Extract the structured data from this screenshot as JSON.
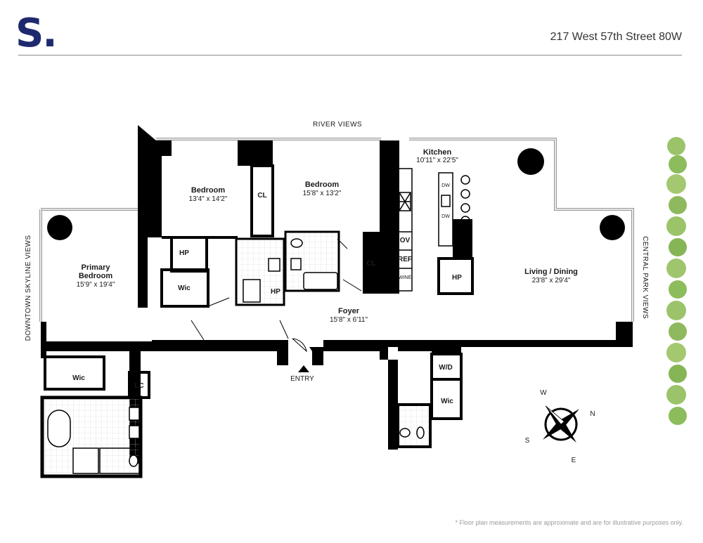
{
  "header": {
    "logo": "S.",
    "address": "217 West 57th Street 80W"
  },
  "rooms": {
    "kitchen": {
      "name": "Kitchen",
      "dims": "10'11\" x 22'5\""
    },
    "bedroom_a": {
      "name": "Bedroom",
      "dims": "13'4\" x 14'2\""
    },
    "bedroom_b": {
      "name": "Bedroom",
      "dims": "15'8\" x 13'2\""
    },
    "primary": {
      "name_line1": "Primary",
      "name_line2": "Bedroom",
      "dims": "15'9\" x 19'4\""
    },
    "living": {
      "name": "Living / Dining",
      "dims": "23'8\" x 29'4\""
    },
    "foyer": {
      "name": "Foyer",
      "dims": "15'8\" x 6'11\""
    }
  },
  "fixtures": {
    "cl": "CL",
    "hp": "HP",
    "wic": "Wic",
    "lc": "LC",
    "wd": "W/D",
    "ov": "OV",
    "ref": "REF",
    "wine": "WINE",
    "dw": "DW"
  },
  "views": {
    "river": "RIVER VIEWS",
    "downtown": "DOWNTOWN SKYLINE VIEWS",
    "central_park": "CENTRAL PARK VIEWS"
  },
  "entry": "ENTRY",
  "compass": {
    "n": "N",
    "s": "S",
    "e": "E",
    "w": "W"
  },
  "disclaimer": "* Floor plan measurements are approximate and are for illustrative purposes only."
}
